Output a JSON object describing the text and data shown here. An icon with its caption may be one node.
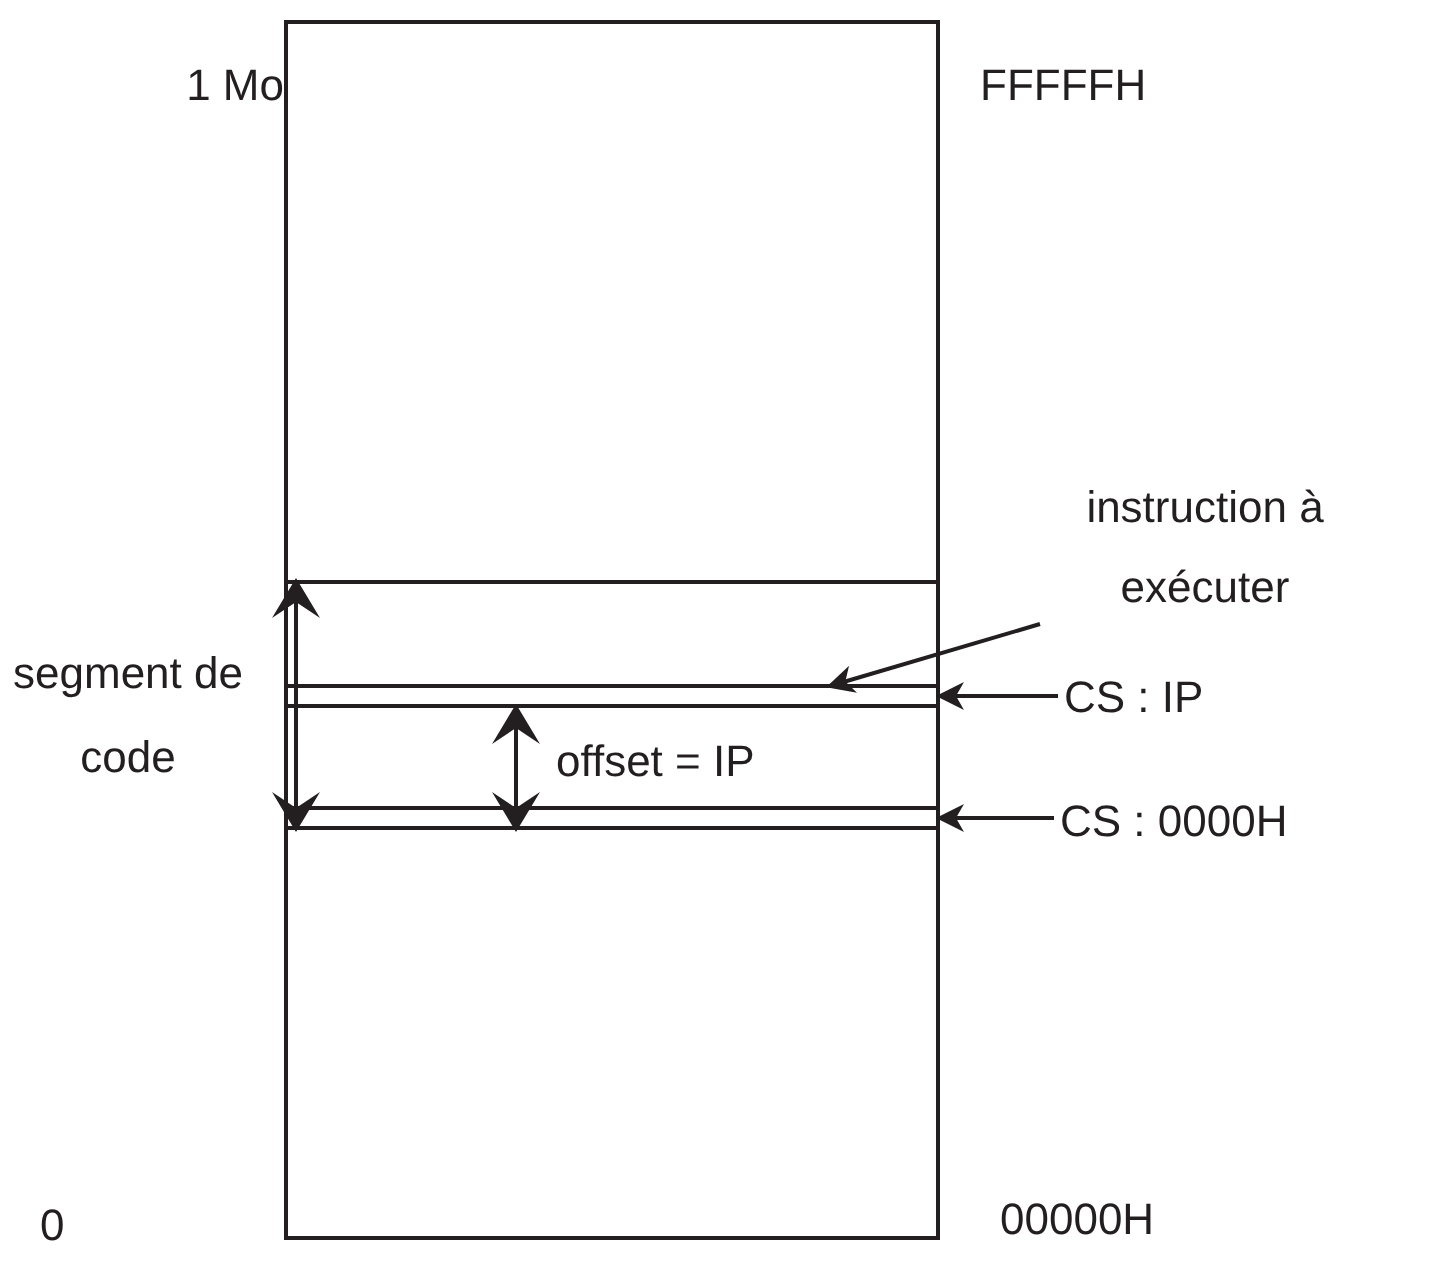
{
  "diagram": {
    "nodes": [
      {
        "text": [],
        "shape": "box"
      },
      {
        "text": [],
        "shape": "bar",
        "in": 0
      },
      {
        "text": [],
        "shape": "bar",
        "in": 0
      },
      {
        "text": [
          "instruction à exécuter"
        ]
      },
      {
        "text": [
          "CS : IP"
        ]
      },
      {
        "text": [
          "CS : 0000H"
        ]
      }
    ],
    "edges": [
      {
        "from": 3,
        "to": 1,
        "arrow": "to"
      },
      {
        "from": 4,
        "to": 1,
        "arrow": "to"
      },
      {
        "from": 5,
        "to": 2,
        "arrow": "to"
      }
    ],
    "labels": [
      "1 Mo",
      "FFFFFH",
      "segment de code",
      "offset = IP",
      "0",
      "00000H"
    ]
  }
}
